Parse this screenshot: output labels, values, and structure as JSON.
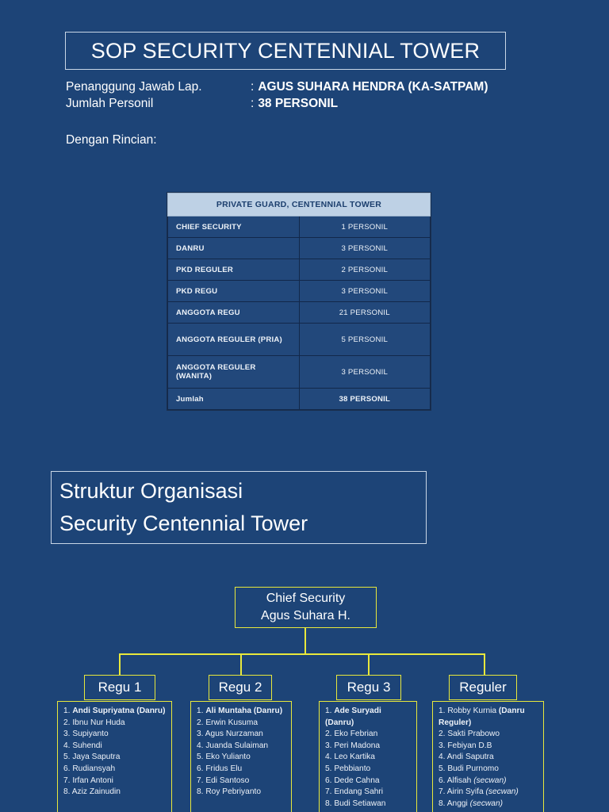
{
  "page": {
    "background_color": "#1d4477",
    "accent_yellow": "#e8e83c",
    "header_fill": "#bed1e5",
    "row_fill": "#22487b"
  },
  "title": {
    "text": "SOP SECURITY CENTENNIAL TOWER"
  },
  "meta": {
    "rows": [
      {
        "label": "Penanggung Jawab Lap.",
        "colon": ":",
        "value": "AGUS SUHARA HENDRA (KA-SATPAM)"
      },
      {
        "label": "Jumlah Personil",
        "colon": ":",
        "value": "38 PERSONIL"
      }
    ],
    "note": "Dengan Rincian:"
  },
  "personnel_table": {
    "header": "PRIVATE GUARD, CENTENNIAL TOWER",
    "rows": [
      {
        "label": "CHIEF SECURITY",
        "value": "1 PERSONIL",
        "size": "normal"
      },
      {
        "label": "DANRU",
        "value": "3 PERSONIL",
        "size": "normal"
      },
      {
        "label": "PKD REGULER",
        "value": "2 PERSONIL",
        "size": "normal"
      },
      {
        "label": "PKD REGU",
        "value": "3 PERSONIL",
        "size": "normal"
      },
      {
        "label": "ANGGOTA REGU",
        "value": "21 PERSONIL",
        "size": "normal"
      },
      {
        "label": "ANGGOTA REGULER (PRIA)",
        "value": "5 PERSONIL",
        "size": "tall"
      },
      {
        "label": "ANGGOTA REGULER (WANITA)",
        "value": "3 PERSONIL",
        "size": "tall"
      },
      {
        "label": "Jumlah",
        "value": "38 PERSONIL",
        "size": "total"
      }
    ]
  },
  "struktur": {
    "line1": "Struktur Organisasi",
    "line2": "Security Centennial Tower"
  },
  "org_chart": {
    "chief": {
      "line1": "Chief Security",
      "line2": "Agus Suhara H."
    },
    "groups": [
      {
        "title": "Regu 1",
        "members": [
          {
            "num": "1.",
            "name": "Andi Supriyatna",
            "bold": true,
            "suffix": "(Danru)",
            "suffix_bold": true
          },
          {
            "num": "2.",
            "name": "Ibnu Nur Huda"
          },
          {
            "num": "3.",
            "name": "Supiyanto"
          },
          {
            "num": "4.",
            "name": "Suhendi"
          },
          {
            "num": "5.",
            "name": "Jaya Saputra"
          },
          {
            "num": "6.",
            "name": "Rudiansyah"
          },
          {
            "num": "7.",
            "name": "Irfan Antoni"
          },
          {
            "num": "8.",
            "name": "Aziz Zainudin"
          }
        ]
      },
      {
        "title": "Regu 2",
        "members": [
          {
            "num": "1.",
            "name": "Ali Muntaha",
            "bold": true,
            "suffix": "(Danru)",
            "suffix_bold": true
          },
          {
            "num": "2.",
            "name": "Erwin Kusuma"
          },
          {
            "num": "3.",
            "name": "Agus Nurzaman"
          },
          {
            "num": "4.",
            "name": "Juanda Sulaiman"
          },
          {
            "num": "5.",
            "name": "Eko Yulianto"
          },
          {
            "num": "6.",
            "name": "Fridus Elu"
          },
          {
            "num": "7.",
            "name": "Edi Santoso"
          },
          {
            "num": "8.",
            "name": "Roy Pebriyanto"
          }
        ]
      },
      {
        "title": "Regu 3",
        "members": [
          {
            "num": "1.",
            "name": "Ade Suryadi",
            "bold": true,
            "suffix": "(Danru)",
            "suffix_bold": true
          },
          {
            "num": "2.",
            "name": "Eko Febrian"
          },
          {
            "num": "3.",
            "name": "Peri Madona"
          },
          {
            "num": "4.",
            "name": "Leo Kartika"
          },
          {
            "num": "5.",
            "name": "Pebbianto"
          },
          {
            "num": "6.",
            "name": "Dede Cahna"
          },
          {
            "num": "7.",
            "name": "Endang Sahri"
          },
          {
            "num": "8.",
            "name": "Budi Setiawan"
          }
        ]
      },
      {
        "title": "Reguler",
        "members": [
          {
            "num": "1.",
            "name": "Robby Kurnia",
            "suffix": "(Danru Reguler)",
            "suffix_bold": true
          },
          {
            "num": "2.",
            "name": "Sakti Prabowo"
          },
          {
            "num": "3.",
            "name": "Febiyan D.B"
          },
          {
            "num": "4.",
            "name": "Andi Saputra"
          },
          {
            "num": "5.",
            "name": "Budi Purnomo"
          },
          {
            "num": "6.",
            "name": "Alfisah",
            "suffix": "(secwan)",
            "suffix_italic": true
          },
          {
            "num": "7.",
            "name": "Airin Syifa",
            "suffix": "(secwan)",
            "suffix_italic": true
          },
          {
            "num": "8.",
            "name": "Anggi",
            "suffix": "(secwan)",
            "suffix_italic": true
          }
        ]
      }
    ]
  }
}
